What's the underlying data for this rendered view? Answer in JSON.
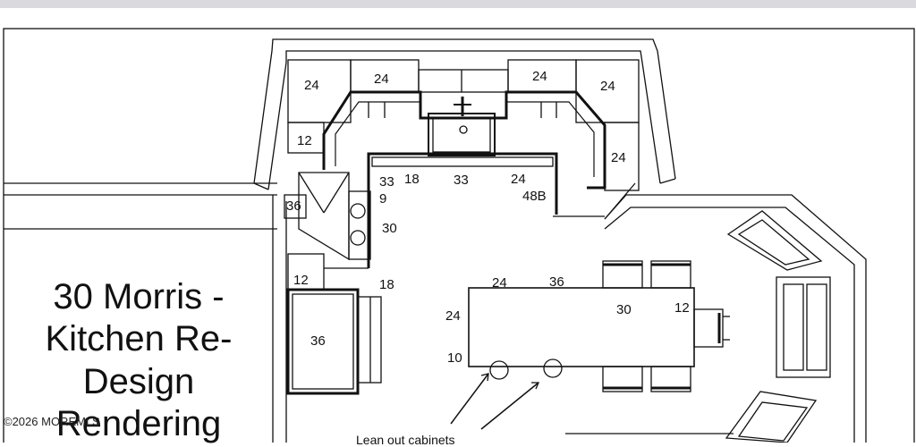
{
  "title_lines": [
    "30 Morris -",
    "Kitchen Re-",
    "Design",
    "Rendering"
  ],
  "watermark": "©2026 MOREMLS",
  "note": "Lean out cabinets",
  "dimension_labels": {
    "upper_left": "24",
    "upper_left_mid": "24",
    "upper_right_mid": "24",
    "upper_right": "24",
    "left_upper_small": "12",
    "right_upper_tall": "24",
    "counter_18": "18",
    "counter_33_sink": "33",
    "counter_24": "24",
    "counter_48b": "48B",
    "left_33": "33",
    "left_9": "9",
    "range_30": "30",
    "hood_36": "36",
    "left_18": "18",
    "left_12": "12",
    "left_36_tall": "36",
    "island_top_24": "24",
    "island_top_36": "36",
    "island_left_24": "24",
    "island_30": "30",
    "island_end_12": "12",
    "island_10": "10"
  },
  "colors": {
    "line": "#111111",
    "background": "#ffffff",
    "top_bar": "#d9d9de"
  },
  "icons": [
    "faucet-icon",
    "sink-icon",
    "range-burner-icon",
    "barstool-icon",
    "window-icon",
    "arrow-icon"
  ]
}
